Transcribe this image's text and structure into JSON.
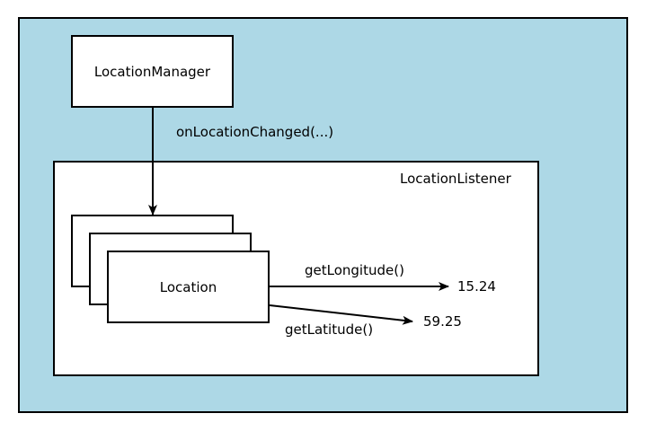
{
  "colors": {
    "outer_background": "#add8e6",
    "box_fill": "#ffffff",
    "stroke": "#000000"
  },
  "manager": {
    "label": "LocationManager"
  },
  "listener": {
    "label": "LocationListener"
  },
  "callback": {
    "label": "onLocationChanged(...)"
  },
  "location": {
    "label": "Location"
  },
  "longitude": {
    "method": "getLongitude()",
    "value": "15.24"
  },
  "latitude": {
    "method": "getLatitude()",
    "value": "59.25"
  }
}
